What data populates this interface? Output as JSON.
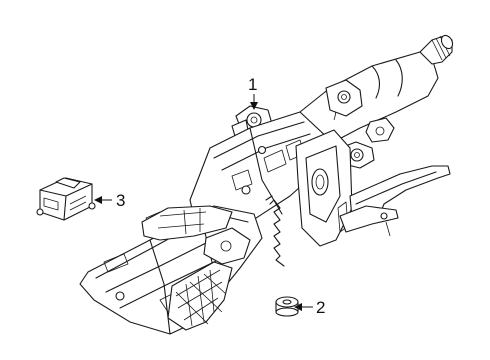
{
  "callouts": [
    {
      "id": "1",
      "label": "1",
      "part": "steering-column-assembly"
    },
    {
      "id": "2",
      "label": "2",
      "part": "grommet"
    },
    {
      "id": "3",
      "label": "3",
      "part": "control-module"
    }
  ]
}
